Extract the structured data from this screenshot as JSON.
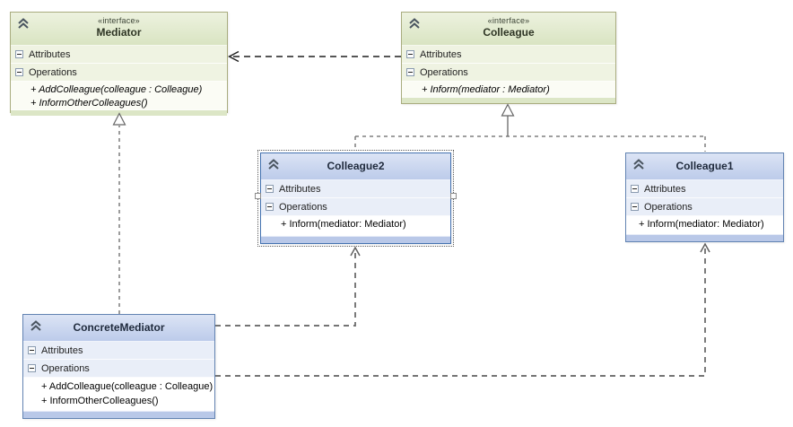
{
  "diagram": {
    "kind": "uml-class-diagram",
    "pattern": "Mediator",
    "labels": {
      "attributes": "Attributes",
      "operations": "Operations"
    }
  },
  "classes": [
    {
      "name": "Mediator",
      "stereotype": "«interface»",
      "kind": "interface",
      "methods": [
        "+ AddColleague(colleague : Colleague)",
        "+ InformOtherColleagues()"
      ],
      "selected": false
    },
    {
      "name": "Colleague",
      "stereotype": "«interface»",
      "kind": "interface",
      "methods": [
        "+ Inform(mediator : Mediator)"
      ],
      "selected": false
    },
    {
      "name": "Colleague2",
      "kind": "class",
      "methods": [
        "+ Inform(mediator: Mediator)"
      ],
      "selected": true
    },
    {
      "name": "Colleague1",
      "kind": "class",
      "methods": [
        "+ Inform(mediator: Mediator)"
      ],
      "selected": false
    },
    {
      "name": "ConcreteMediator",
      "kind": "class",
      "methods": [
        "+ AddColleague(colleague : Colleague)",
        "+ InformOtherColleagues()"
      ],
      "selected": false
    }
  ],
  "relationships": [
    {
      "type": "dependency",
      "from": "Colleague",
      "to": "Mediator",
      "line": "dashed",
      "head": "open-arrow"
    },
    {
      "type": "realization",
      "from": "ConcreteMediator",
      "to": "Mediator",
      "line": "dashed",
      "head": "hollow-triangle"
    },
    {
      "type": "realization",
      "from": "Colleague2",
      "to": "Colleague",
      "line": "dashed",
      "head": "hollow-triangle"
    },
    {
      "type": "realization",
      "from": "Colleague1",
      "to": "Colleague",
      "line": "dashed",
      "head": "hollow-triangle"
    },
    {
      "type": "dependency",
      "from": "ConcreteMediator",
      "to": "Colleague2",
      "line": "dashed",
      "head": "open-arrow"
    },
    {
      "type": "dependency",
      "from": "ConcreteMediator",
      "to": "Colleague1",
      "line": "dashed",
      "head": "open-arrow"
    }
  ],
  "icons": {
    "collapse": "chevron-double-up-icon",
    "expander": "minus-box-icon"
  },
  "colors": {
    "canvas": "#FFFFFF",
    "interface_border": "#A9AC7F",
    "interface_header": "#DFE8C8",
    "class_border": "#6283B2",
    "class_header": "#C9D5EF",
    "selected_class_border": "#4472B0",
    "connector_gray": "#6B6B6B",
    "connector_black": "#1F1F1F"
  }
}
